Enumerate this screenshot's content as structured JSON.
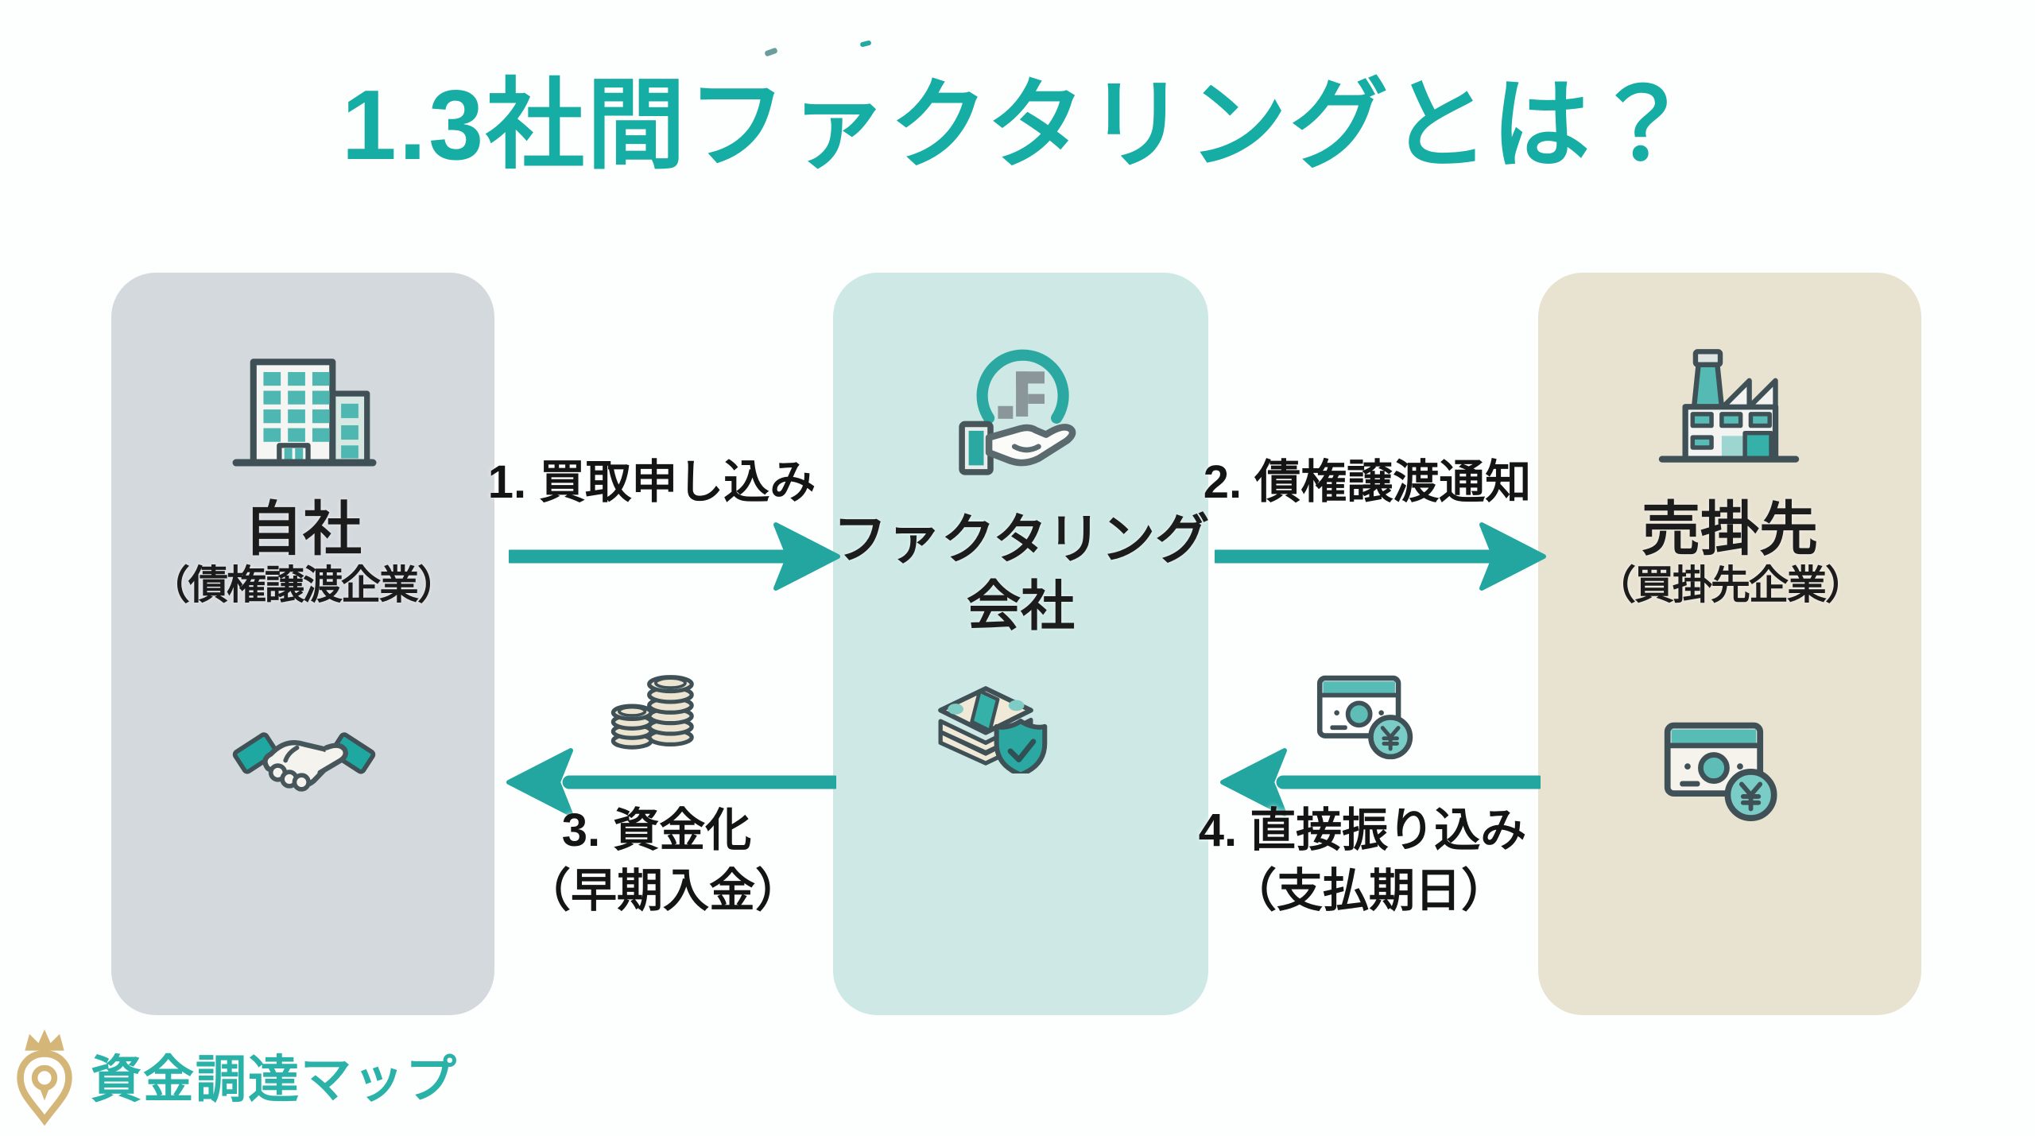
{
  "title": "1.3社間ファクタリングとは？",
  "cards": {
    "left": {
      "name": "自社",
      "subtitle": "（債権譲渡企業）",
      "icons": [
        "office-building-icon",
        "handshake-icon"
      ],
      "bg": "#d4d9dd"
    },
    "center": {
      "name_line1": "ファクタリング",
      "name_line2": "会社",
      "icons": [
        "hand-holding-coin-icon",
        "banknotes-shield-icon"
      ],
      "bg": "#cde8e5"
    },
    "right": {
      "name": "売掛先",
      "subtitle": "（買掛先企業）",
      "icons": [
        "factory-icon",
        "banknote-yen-icon"
      ],
      "bg": "#e8e2d1"
    }
  },
  "flows": [
    {
      "step": "1. 買取申し込み",
      "direction": "right",
      "from": "自社",
      "to": "ファクタリング会社"
    },
    {
      "step": "2. 債権譲渡通知",
      "direction": "right",
      "from": "ファクタリング会社",
      "to": "売掛先"
    },
    {
      "step": "3. 資金化",
      "note": "（早期入金）",
      "direction": "left",
      "from": "ファクタリング会社",
      "to": "自社",
      "icon": "coin-stacks-icon"
    },
    {
      "step": "4. 直接振り込み",
      "note": "（支払期日）",
      "direction": "left",
      "from": "売掛先",
      "to": "ファクタリング会社",
      "icon": "banknote-yen-icon"
    }
  ],
  "logo": {
    "text": "資金調達マップ",
    "mark": "crown-map-pin-icon"
  },
  "colors": {
    "title_teal": "#16ada4",
    "arrow_teal": "#23a6a0",
    "icon_teal": "#35b1aa",
    "outline_slate": "#3f5156",
    "card_left_bg": "#d4d9dd",
    "card_center_bg": "#cde8e5",
    "card_right_bg": "#e8e2d1",
    "banknote_beige": "#f0e9d7",
    "logo_gold": "#d3b678",
    "logo_text_teal": "#2ab2a9",
    "text_dark": "#1a1a1a"
  }
}
